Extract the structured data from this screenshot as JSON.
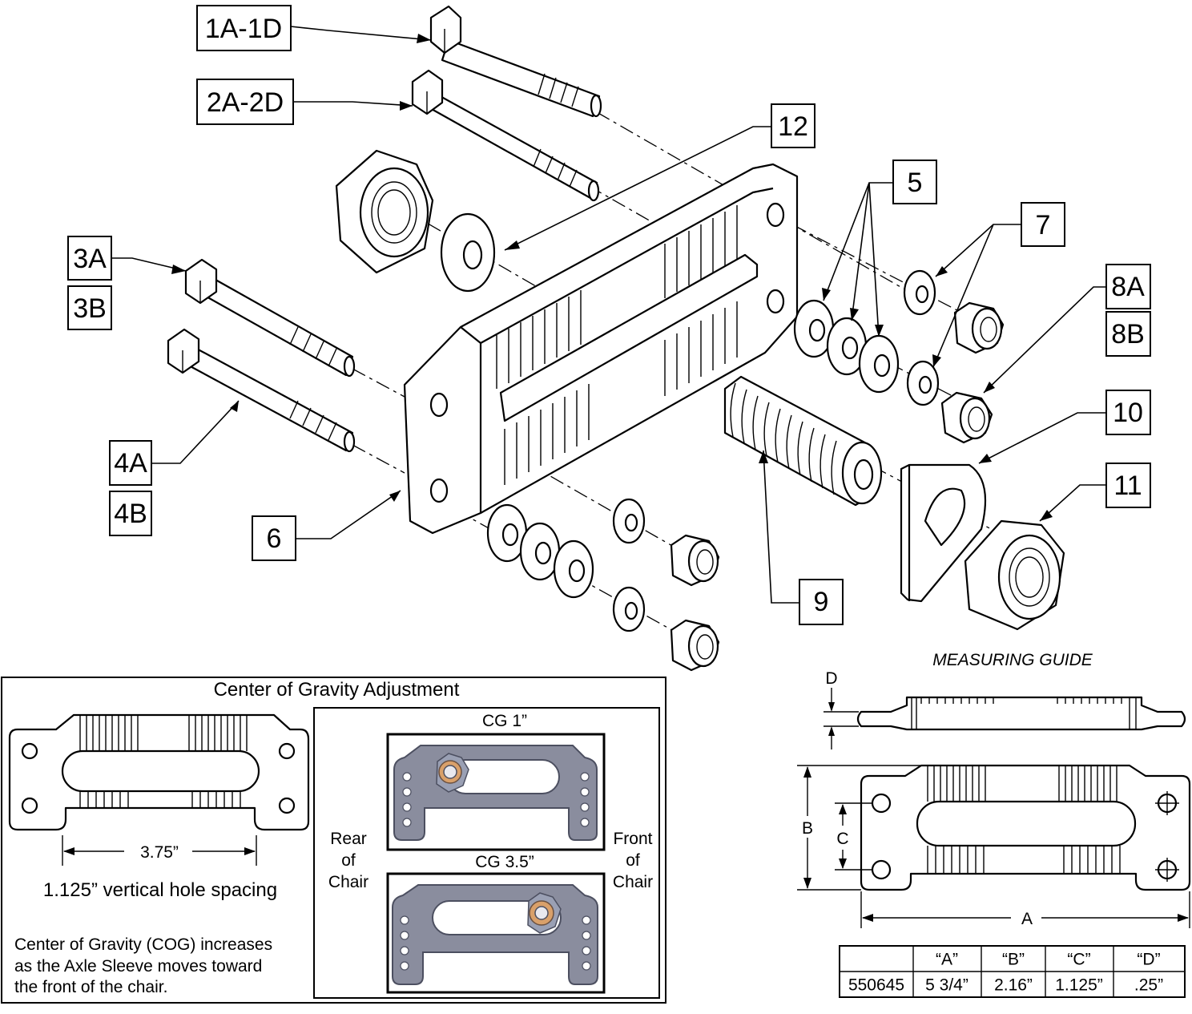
{
  "callouts": {
    "c1": "1A-1D",
    "c2": "2A-2D",
    "c3a": "3A",
    "c3b": "3B",
    "c4a": "4A",
    "c4b": "4B",
    "c5": "5",
    "c6": "6",
    "c7": "7",
    "c8a": "8A",
    "c8b": "8B",
    "c9": "9",
    "c10": "10",
    "c11": "11",
    "c12": "12"
  },
  "cog_panel": {
    "title": "Center of Gravity Adjustment",
    "width_dim": "3.75”",
    "hole_spacing": "1.125” vertical hole spacing",
    "note_lines": [
      "Center of Gravity (COG) increases",
      "as the Axle Sleeve moves toward",
      "the front of the chair."
    ],
    "cg1_label": "CG 1”",
    "cg35_label": "CG 3.5”",
    "rear_label": [
      "Rear",
      "of",
      "Chair"
    ],
    "front_label": [
      "Front",
      "of",
      "Chair"
    ]
  },
  "measuring_guide": {
    "title": "MEASURING GUIDE",
    "dim_a": "A",
    "dim_b": "B",
    "dim_c": "C",
    "dim_d": "D"
  },
  "spec_table": {
    "headers": [
      "",
      "“A”",
      "“B”",
      "“C”",
      "“D”"
    ],
    "row": [
      "550645",
      "5 3/4”",
      "2.16”",
      "1.125”",
      ".25”"
    ]
  },
  "colors": {
    "plate_fill": "#8a8d9e",
    "sleeve_highlight": "#d9a06a"
  }
}
